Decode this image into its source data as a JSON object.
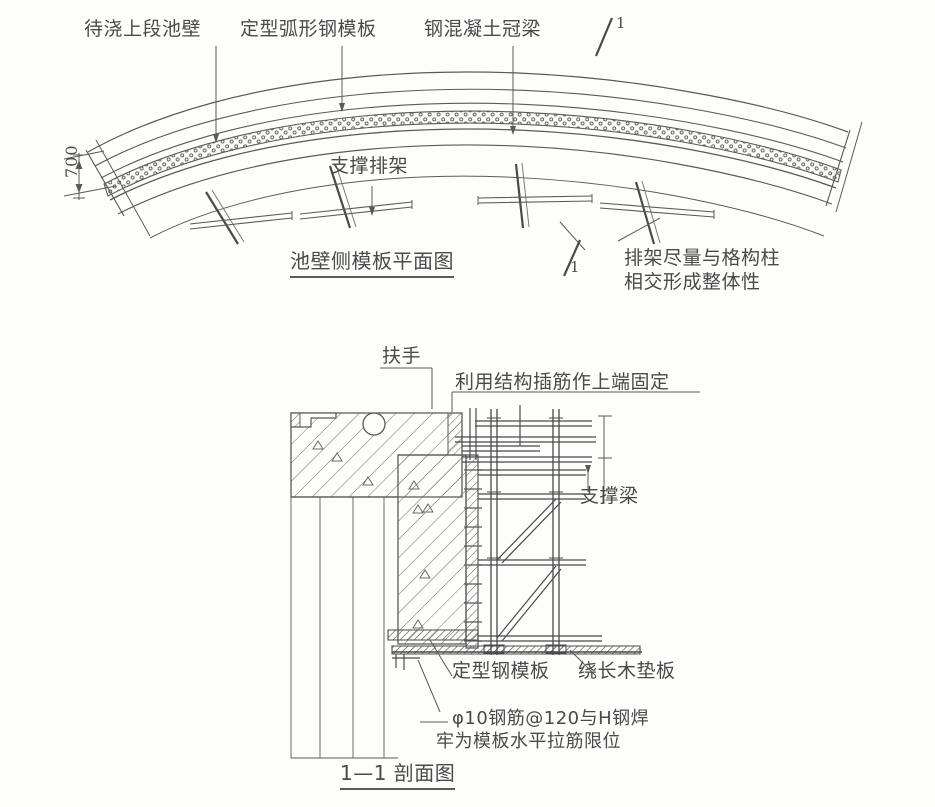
{
  "document": {
    "type": "engineering-drawing",
    "language": "zh-CN",
    "ink_color": "#4a4a4a",
    "paper_color": "#fdfdfc"
  },
  "plan_view": {
    "caption": "池壁侧模板平面图",
    "labels": {
      "wall_to_pour": "待浇上段池壁",
      "curved_steel_form": "定型弧形钢模板",
      "concrete_cap_beam": "钢混凝土冠梁",
      "support_frame": "支撑排架"
    },
    "dimension": {
      "value": "700",
      "unit_implied": "mm"
    },
    "section_marks": [
      {
        "id": "mark-top",
        "label": "1"
      },
      {
        "id": "mark-bottom",
        "label": "1"
      }
    ],
    "note": {
      "line1": "排架尽量与格构柱",
      "line2": "相交形成整体性"
    }
  },
  "section_view": {
    "caption": "1—1 剖面图",
    "labels": {
      "handrail": "扶手",
      "top_fixing": "利用结构插筋作上端固定",
      "support_beam": "支撑梁",
      "steel_form": "定型钢模板",
      "long_timber_plate": "绕长木垫板"
    },
    "rebar_note": {
      "line1": "φ10钢筋@120与H钢焊",
      "line2": "牢为模板水平拉筋限位"
    }
  }
}
